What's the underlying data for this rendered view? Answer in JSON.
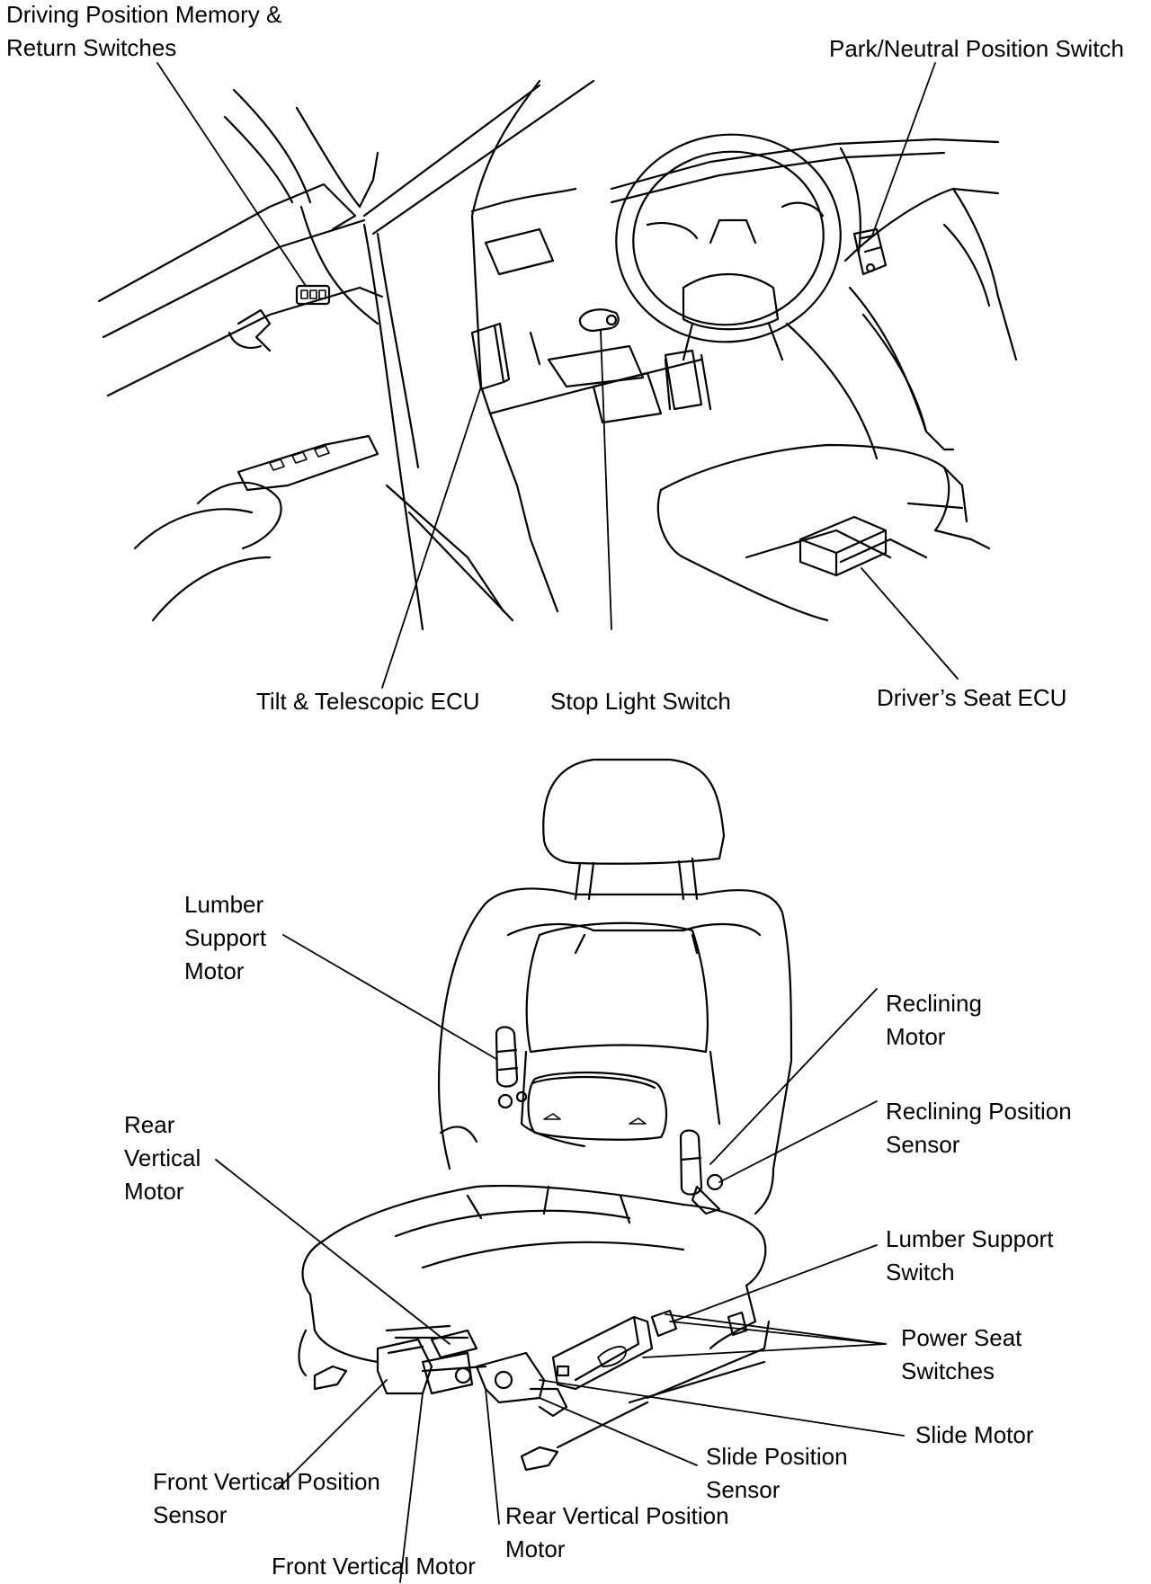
{
  "labels": {
    "driving_memory": [
      "Driving Position Memory &",
      "Return Switches"
    ],
    "park_neutral": [
      "Park/Neutral Position Switch"
    ],
    "tilt_ecu": [
      "Tilt & Telescopic ECU"
    ],
    "stop_light": [
      "Stop Light Switch"
    ],
    "driver_seat_ecu": [
      "Driver’s Seat ECU"
    ],
    "lumber_support_motor": [
      "Lumber",
      "Support",
      "Motor"
    ],
    "reclining_motor": [
      "Reclining",
      "Motor"
    ],
    "reclining_position_sensor": [
      "Reclining Position",
      "Sensor"
    ],
    "rear_vertical_motor": [
      "Rear",
      "Vertical",
      "Motor"
    ],
    "lumber_support_switch": [
      "Lumber Support",
      "Switch"
    ],
    "power_seat_switches": [
      "Power Seat",
      "Switches"
    ],
    "slide_motor": [
      "Slide Motor"
    ],
    "slide_position_sensor": [
      "Slide Position",
      "Sensor"
    ],
    "front_vertical_position_sensor": [
      "Front Vertical Position",
      "Sensor"
    ],
    "rear_vertical_position_motor": [
      "Rear Vertical Position",
      "Motor"
    ],
    "front_vertical_motor": [
      "Front Vertical Motor"
    ]
  }
}
